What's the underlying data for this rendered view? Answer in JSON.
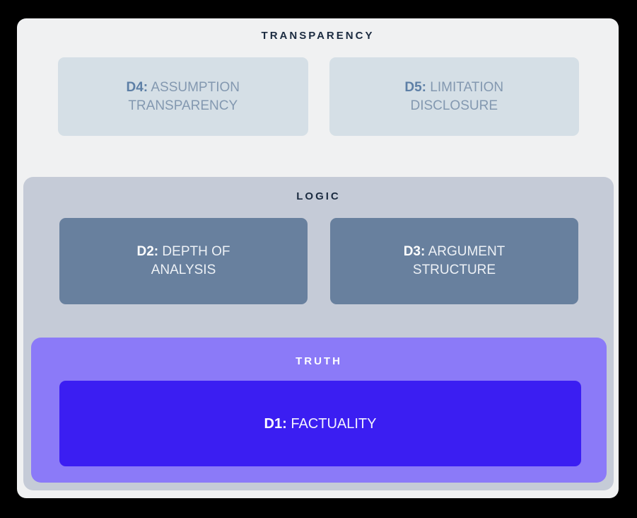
{
  "colors": {
    "outer_background": "#000000",
    "panel_background": "#f0f1f2",
    "transparency_box_background": "#d5dfe6",
    "transparency_box_text": "#8398b0",
    "transparency_box_prefix": "#5d7fa6",
    "dark_title_text": "#1b2b40",
    "logic_layer_background": "#c5cbd7",
    "logic_box_background": "#68809e",
    "logic_box_text": "#edf1f6",
    "truth_layer_background": "#8b7af8",
    "truth_title_text": "#ffffff",
    "factuality_box_background": "#3b1ef2",
    "factuality_box_text": "#f3f2fe"
  },
  "layers": {
    "transparency": {
      "title": "TRANSPARENCY",
      "boxes": [
        {
          "prefix": "D4:",
          "line1": "ASSUMPTION",
          "line2": "TRANSPARENCY"
        },
        {
          "prefix": "D5:",
          "line1": "LIMITATION",
          "line2": "DISCLOSURE"
        }
      ]
    },
    "logic": {
      "title": "LOGIC",
      "boxes": [
        {
          "prefix": "D2:",
          "line1": "DEPTH OF",
          "line2": "ANALYSIS"
        },
        {
          "prefix": "D3:",
          "line1": "ARGUMENT",
          "line2": "STRUCTURE"
        }
      ]
    },
    "truth": {
      "title": "TRUTH",
      "box": {
        "prefix": "D1:",
        "line1": "FACTUALITY"
      }
    }
  }
}
